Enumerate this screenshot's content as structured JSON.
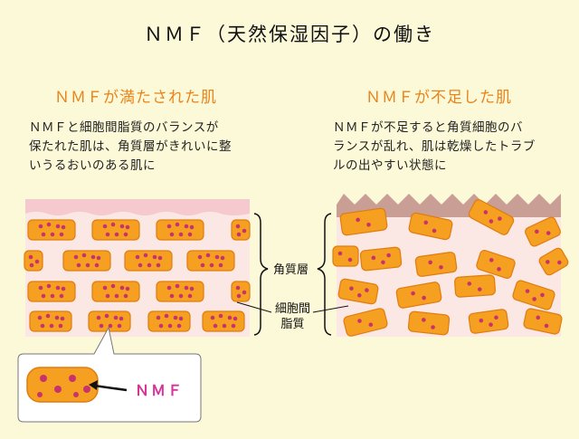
{
  "title": "ＮＭＦ（天然保湿因子）の働き",
  "left_panel": {
    "heading": "ＮＭＦが満たされた肌",
    "description_lines": [
      "ＮＭＦと細胞間脂質のバランスが",
      "保たれた肌は、角質層がきれいに整",
      "いうるおいのある肌に"
    ]
  },
  "right_panel": {
    "heading": "ＮＭＦが不足した肌",
    "description_lines": [
      "ＮＭＦが不足すると角質細胞のバ",
      "ランスが乱れ、肌は乾燥したトラブ",
      "ルの出やすい状態に"
    ]
  },
  "labels": {
    "stratum_corneum": "角質層",
    "intercellular_lipid_line1": "細胞間",
    "intercellular_lipid_line2": "脂質",
    "nmf": "ＮＭＦ"
  },
  "colors": {
    "background": "#fcf9d8",
    "heading": "#e8841c",
    "cell": "#f5a020",
    "cell_border": "#e07c12",
    "dot": "#c8336e",
    "skin": "#fbe8e4",
    "surface": "#f6c9ce",
    "surface_dry": "#c99e95",
    "nmf_label": "#d6349b"
  }
}
